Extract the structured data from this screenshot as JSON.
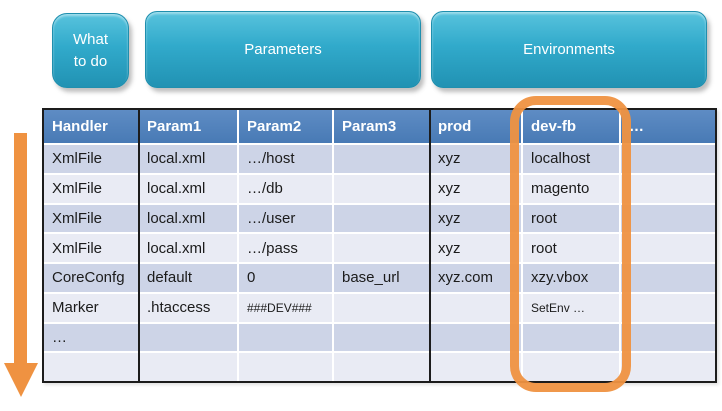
{
  "flow_buttons": [
    {
      "label": "What\nto do"
    },
    {
      "label": "Parameters"
    },
    {
      "label": "Environments"
    }
  ],
  "table": {
    "columns": [
      "Handler",
      "Param1",
      "Param2",
      "Param3",
      "prod",
      "dev-fb",
      "…"
    ],
    "rows": [
      [
        "XmlFile",
        "local.xml",
        "…/host",
        "",
        "xyz",
        "localhost",
        ""
      ],
      [
        "XmlFile",
        "local.xml",
        "…/db",
        "",
        "xyz",
        "magento",
        ""
      ],
      [
        "XmlFile",
        "local.xml",
        "…/user",
        "",
        "xyz",
        "root",
        ""
      ],
      [
        "XmlFile",
        "local.xml",
        "…/pass",
        "",
        "xyz",
        "root",
        ""
      ],
      [
        "CoreConfg",
        "default",
        "0",
        "base_url",
        "xyz.com",
        "xzy.vbox",
        ""
      ],
      [
        "Marker",
        ".htaccess",
        "###DEV###",
        "",
        "",
        "SetEnv …",
        ""
      ],
      [
        "…",
        "",
        "",
        "",
        "",
        "",
        ""
      ],
      [
        "",
        "",
        "",
        "",
        "",
        "",
        ""
      ]
    ],
    "small_cells": [
      [
        5,
        2
      ],
      [
        5,
        5
      ]
    ]
  },
  "annotations": {
    "highlighted_column": "dev-fb",
    "flow_arrow_direction": "down"
  },
  "colors": {
    "button_teal": "#2FA9C9",
    "header_blue": "#4C7DBA",
    "row_dark": "#CDD4E7",
    "row_light": "#E9EBF4",
    "accent_orange": "#EF9241",
    "border_black": "#1c1c1c"
  }
}
